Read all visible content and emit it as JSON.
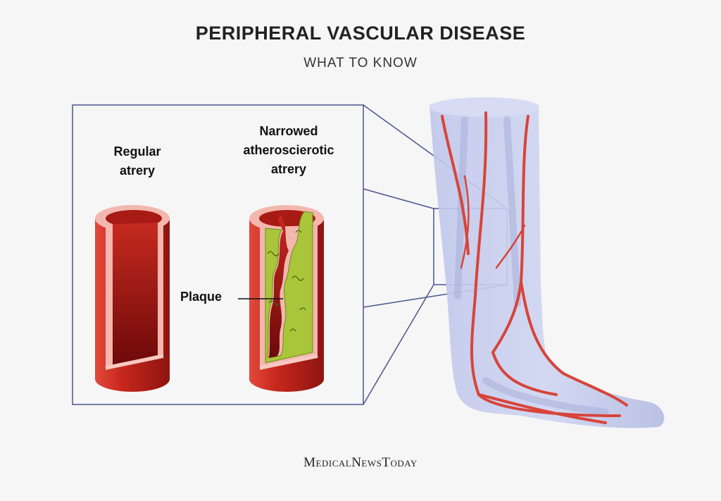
{
  "header": {
    "title": "PERIPHERAL VASCULAR DISEASE",
    "subtitle": "WHAT TO KNOW"
  },
  "labels": {
    "regular": [
      "Regular",
      "atrery"
    ],
    "narrowed": [
      "Narrowed",
      "atheroscierotic",
      "atrery"
    ],
    "plaque": "Plaque"
  },
  "footer": {
    "brand": "MedicalNewsToday"
  },
  "colors": {
    "artery_red": "#c8281e",
    "artery_dark": "#7a0d0d",
    "artery_wall": "#f3b7ae",
    "plaque_green": "#a9c63a",
    "leg_blue": "#c9cfee",
    "box_stroke": "#4a5590",
    "vein_red": "#d8443a"
  }
}
